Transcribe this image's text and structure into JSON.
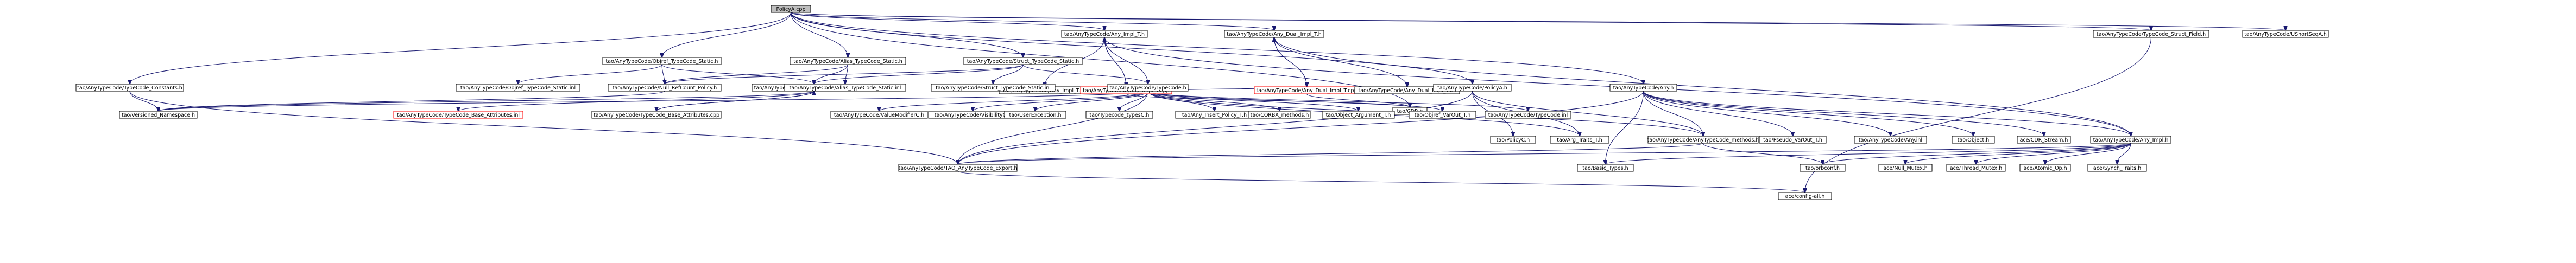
{
  "colors": {
    "edge": "#191970",
    "node_border": "#000000",
    "node_border_red": "#ff0000",
    "root_fill": "#bfbfbf",
    "background": "#ffffff"
  },
  "nodes": [
    {
      "id": "n0",
      "label": "PolicyA.cpp",
      "style": "root"
    },
    {
      "id": "n1",
      "label": "tao/AnyTypeCode/Any_Impl_T.h"
    },
    {
      "id": "n2",
      "label": "tao/AnyTypeCode/Any_Dual_Impl_T.h"
    },
    {
      "id": "n3",
      "label": "tao/AnyTypeCode/TypeCode_Struct_Field.h"
    },
    {
      "id": "n4",
      "label": "tao/AnyTypeCode/UShortSeqA.h"
    },
    {
      "id": "n5",
      "label": "tao/AnyTypeCode/Objref_TypeCode_Static.h"
    },
    {
      "id": "n6",
      "label": "tao/AnyTypeCode/Alias_TypeCode_Static.h"
    },
    {
      "id": "n7",
      "label": "tao/AnyTypeCode/Struct_TypeCode_Static.h"
    },
    {
      "id": "n8",
      "label": "tao/AnyTypeCode/Any_Impl_T.inl"
    },
    {
      "id": "n9",
      "label": "tao/AnyTypeCode/Any_Impl_T.cpp",
      "style": "red"
    },
    {
      "id": "n10",
      "label": "tao/AnyTypeCode/Any_Dual_Impl_T.cpp",
      "style": "red"
    },
    {
      "id": "n11",
      "label": "tao/AnyTypeCode/Any_Dual_Impl_T.inl"
    },
    {
      "id": "n12",
      "label": "tao/AnyTypeCode/TypeCode_Constants.h"
    },
    {
      "id": "n13",
      "label": "tao/AnyTypeCode/Objref_TypeCode_Static.inl"
    },
    {
      "id": "n14",
      "label": "tao/AnyTypeCode/Null_RefCount_Policy.h"
    },
    {
      "id": "n15",
      "label": "tao/AnyTypeCode/TypeCode_Base_Attributes.h"
    },
    {
      "id": "n16",
      "label": "tao/AnyTypeCode/Alias_TypeCode_Static.inl"
    },
    {
      "id": "n17",
      "label": "tao/AnyTypeCode/Struct_TypeCode_Static.inl"
    },
    {
      "id": "n18",
      "label": "tao/AnyTypeCode/TypeCode.h"
    },
    {
      "id": "n19",
      "label": "tao/AnyTypeCode/PolicyA.h"
    },
    {
      "id": "n20",
      "label": "tao/CDR.h"
    },
    {
      "id": "n21",
      "label": "tao/AnyTypeCode/Any.h"
    },
    {
      "id": "n22",
      "label": "tao/Versioned_Namespace.h"
    },
    {
      "id": "n23",
      "label": "tao/AnyTypeCode/TypeCode_Base_Attributes.inl",
      "style": "red"
    },
    {
      "id": "n24",
      "label": "tao/AnyTypeCode/TypeCode_Base_Attributes.cpp"
    },
    {
      "id": "n25",
      "label": "tao/AnyTypeCode/ValueModifierC.h"
    },
    {
      "id": "n26",
      "label": "tao/AnyTypeCode/VisibilityC.h"
    },
    {
      "id": "n27",
      "label": "tao/UserException.h"
    },
    {
      "id": "n28",
      "label": "tao/Typecode_typesC.h"
    },
    {
      "id": "n29",
      "label": "tao/Any_Insert_Policy_T.h"
    },
    {
      "id": "n30",
      "label": "tao/CORBA_methods.h"
    },
    {
      "id": "n31",
      "label": "tao/Object_Argument_T.h"
    },
    {
      "id": "n32",
      "label": "tao/Objref_VarOut_T.h"
    },
    {
      "id": "n33",
      "label": "tao/AnyTypeCode/TypeCode.inl"
    },
    {
      "id": "n34",
      "label": "tao/PolicyC.h"
    },
    {
      "id": "n35",
      "label": "tao/Arg_Traits_T.h"
    },
    {
      "id": "n36",
      "label": "tao/AnyTypeCode/AnyTypeCode_methods.h"
    },
    {
      "id": "n37",
      "label": "tao/Pseudo_VarOut_T.h"
    },
    {
      "id": "n38",
      "label": "tao/AnyTypeCode/Any.inl"
    },
    {
      "id": "n39",
      "label": "tao/Object.h"
    },
    {
      "id": "n40",
      "label": "ace/CDR_Stream.h"
    },
    {
      "id": "n41",
      "label": "tao/AnyTypeCode/Any_Impl.h"
    },
    {
      "id": "n42",
      "label": "tao/AnyTypeCode/TAO_AnyTypeCode_Export.h"
    },
    {
      "id": "n43",
      "label": "tao/Basic_Types.h"
    },
    {
      "id": "n44",
      "label": "tao/orbconf.h"
    },
    {
      "id": "n45",
      "label": "ace/Null_Mutex.h"
    },
    {
      "id": "n46",
      "label": "ace/Thread_Mutex.h"
    },
    {
      "id": "n47",
      "label": "ace/Atomic_Op.h"
    },
    {
      "id": "n48",
      "label": "ace/Synch_Traits.h"
    },
    {
      "id": "n49",
      "label": "ace/config-all.h"
    }
  ],
  "edges": [
    [
      "n0",
      "n1"
    ],
    [
      "n0",
      "n2"
    ],
    [
      "n0",
      "n3"
    ],
    [
      "n0",
      "n4"
    ],
    [
      "n0",
      "n5"
    ],
    [
      "n0",
      "n6"
    ],
    [
      "n0",
      "n7"
    ],
    [
      "n0",
      "n12"
    ],
    [
      "n0",
      "n19"
    ],
    [
      "n0",
      "n20"
    ],
    [
      "n0",
      "n21"
    ],
    [
      "n1",
      "n8"
    ],
    [
      "n1",
      "n9"
    ],
    [
      "n1",
      "n18"
    ],
    [
      "n1",
      "n41"
    ],
    [
      "n2",
      "n10"
    ],
    [
      "n2",
      "n11"
    ],
    [
      "n2",
      "n41"
    ],
    [
      "n3",
      "n49"
    ],
    [
      "n5",
      "n13"
    ],
    [
      "n5",
      "n14"
    ],
    [
      "n5",
      "n15"
    ],
    [
      "n6",
      "n16"
    ],
    [
      "n6",
      "n14"
    ],
    [
      "n6",
      "n15"
    ],
    [
      "n7",
      "n17"
    ],
    [
      "n7",
      "n14"
    ],
    [
      "n7",
      "n15"
    ],
    [
      "n7",
      "n18"
    ],
    [
      "n9",
      "n1"
    ],
    [
      "n9",
      "n18"
    ],
    [
      "n9",
      "n20"
    ],
    [
      "n10",
      "n2"
    ],
    [
      "n10",
      "n18"
    ],
    [
      "n10",
      "n20"
    ],
    [
      "n12",
      "n22"
    ],
    [
      "n12",
      "n42"
    ],
    [
      "n14",
      "n22"
    ],
    [
      "n15",
      "n22"
    ],
    [
      "n15",
      "n23"
    ],
    [
      "n15",
      "n24"
    ],
    [
      "n18",
      "n22"
    ],
    [
      "n18",
      "n25"
    ],
    [
      "n18",
      "n26"
    ],
    [
      "n18",
      "n27"
    ],
    [
      "n18",
      "n28"
    ],
    [
      "n18",
      "n29"
    ],
    [
      "n18",
      "n30"
    ],
    [
      "n18",
      "n31"
    ],
    [
      "n18",
      "n32"
    ],
    [
      "n18",
      "n33"
    ],
    [
      "n18",
      "n35"
    ],
    [
      "n18",
      "n36"
    ],
    [
      "n18",
      "n42"
    ],
    [
      "n19",
      "n34"
    ],
    [
      "n19",
      "n35"
    ],
    [
      "n19",
      "n36"
    ],
    [
      "n19",
      "n42"
    ],
    [
      "n21",
      "n36"
    ],
    [
      "n21",
      "n37"
    ],
    [
      "n21",
      "n38"
    ],
    [
      "n21",
      "n39"
    ],
    [
      "n21",
      "n40"
    ],
    [
      "n21",
      "n41"
    ],
    [
      "n21",
      "n42"
    ],
    [
      "n21",
      "n43"
    ],
    [
      "n24",
      "n15"
    ],
    [
      "n36",
      "n42"
    ],
    [
      "n36",
      "n44"
    ],
    [
      "n41",
      "n42"
    ],
    [
      "n41",
      "n43"
    ],
    [
      "n41",
      "n44"
    ],
    [
      "n41",
      "n45"
    ],
    [
      "n41",
      "n46"
    ],
    [
      "n41",
      "n47"
    ],
    [
      "n41",
      "n48"
    ],
    [
      "n42",
      "n49"
    ]
  ]
}
